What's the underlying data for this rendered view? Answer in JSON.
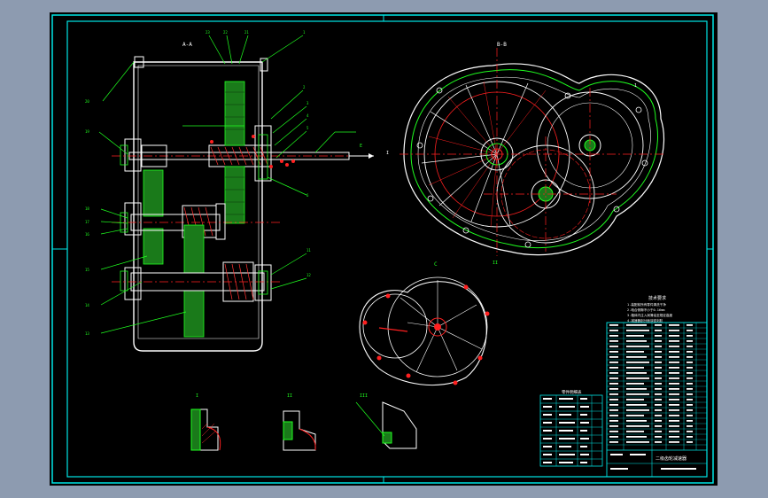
{
  "viewport": {
    "background": "#000000",
    "surround": "#8d9bb0"
  },
  "colors": {
    "frame": "#00e5e5",
    "outline": "#ffffff",
    "centerline": "#ff2020",
    "leader": "#1fff1f",
    "gear_fill": "#1a7a1a",
    "hatch": "#ff3030",
    "dim": "#00cc00"
  },
  "views": {
    "front_section": {
      "label": "A-A"
    },
    "side_view": {
      "label": "B-B"
    },
    "cover_view": {
      "label": "C"
    },
    "details": [
      {
        "label": "I"
      },
      {
        "label": "II"
      },
      {
        "label": "III"
      }
    ]
  },
  "tech_requirements": {
    "title": "技术要求",
    "lines": [
      "1.装配前所有零件清洗干净",
      "2.啮合侧隙不小于0.16mm",
      "3.箱体内注入润滑油至规定高度",
      "4.减速器剖分面涂密封胶"
    ]
  },
  "parts_table": {
    "title": "零件明细表"
  },
  "title_block": {
    "title": "二级齿轮减速器"
  },
  "icons": [
    "cad-viewport-icon"
  ]
}
